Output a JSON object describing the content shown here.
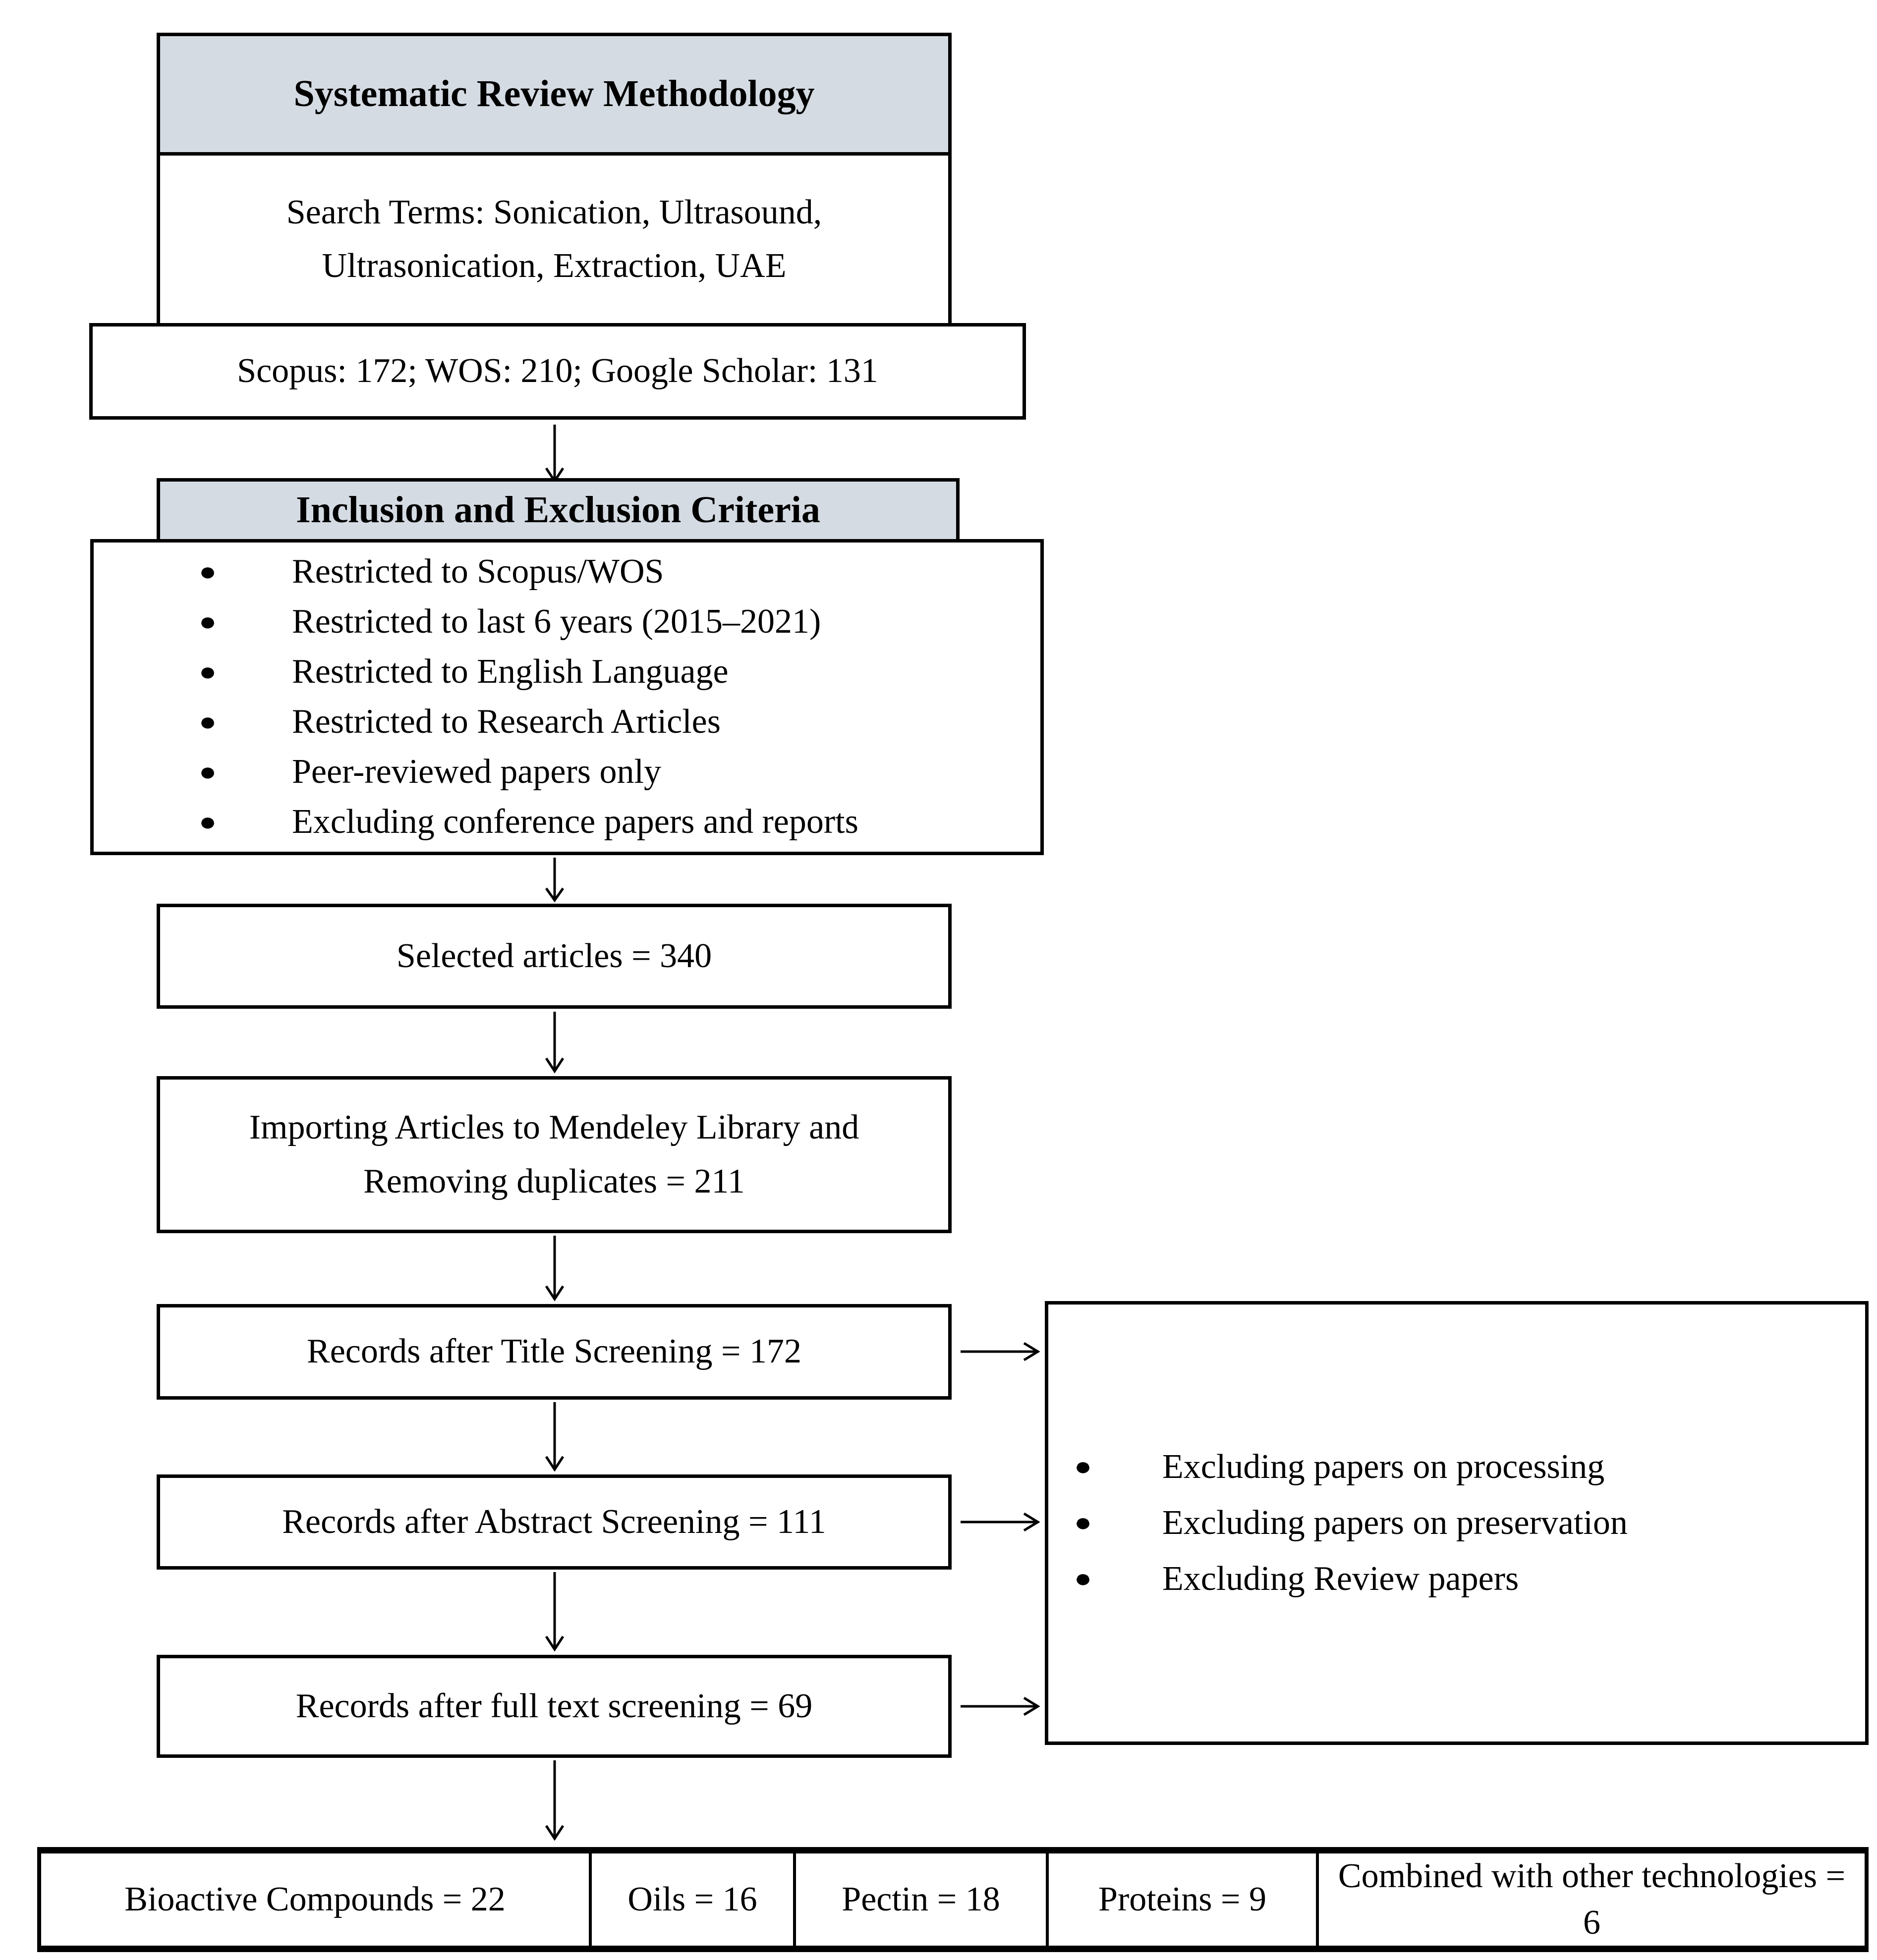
{
  "colors": {
    "header_fill": "#d5dbe3",
    "border": "#000000",
    "background": "#ffffff",
    "text": "#000000"
  },
  "glyphs": {
    "bullet": "●"
  },
  "top": {
    "title": "Systematic Review Methodology",
    "search_terms": "Search Terms: Sonication, Ultrasound, Ultrasonication, Extraction, UAE",
    "sources": "Scopus: 172; WOS: 210; Google Scholar: 131"
  },
  "criteria": {
    "title": "Inclusion and Exclusion Criteria",
    "items": [
      "Restricted to Scopus/WOS",
      "Restricted to last 6 years (2015–2021)",
      "Restricted to English Language",
      "Restricted to Research Articles",
      "Peer-reviewed papers only",
      "Excluding conference papers and reports"
    ]
  },
  "flow": {
    "selected": "Selected articles = 340",
    "importing": "Importing Articles to Mendeley Library and Removing duplicates = 211",
    "title_screening": "Records after Title Screening = 172",
    "abstract_screening": "Records after Abstract Screening = 111",
    "fulltext_screening": "Records after full text screening = 69"
  },
  "exclusions": {
    "items": [
      "Excluding papers on processing",
      "Excluding papers on preservation",
      "Excluding Review papers"
    ]
  },
  "results": {
    "cells": [
      "Bioactive Compounds = 22",
      "Oils = 16",
      "Pectin = 18",
      "Proteins = 9",
      "Combined with other technologies = 6"
    ]
  }
}
